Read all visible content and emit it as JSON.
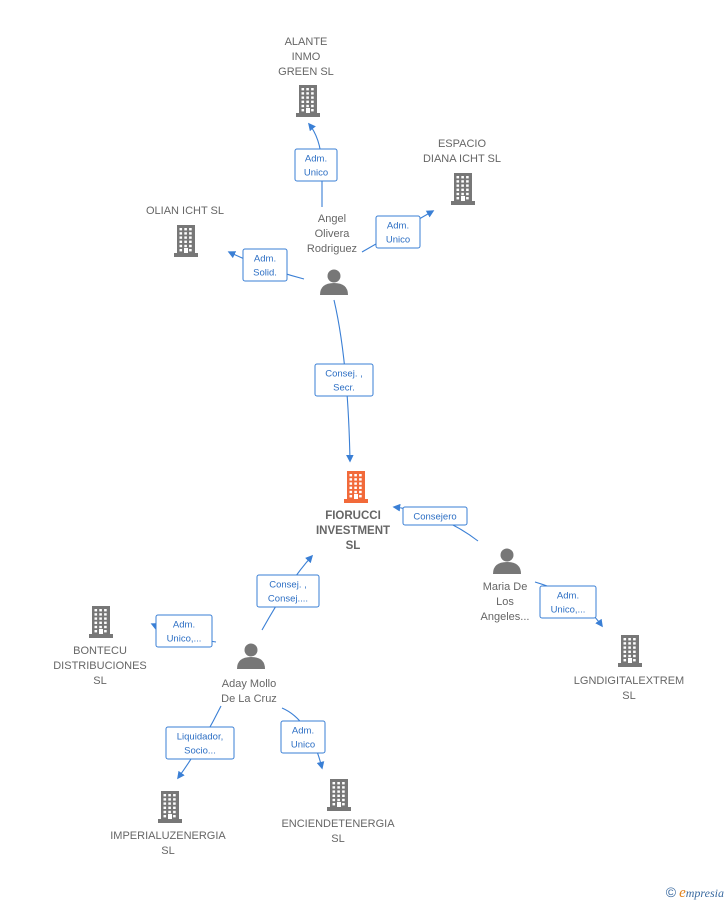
{
  "colors": {
    "edge": "#3a7fd5",
    "company": "#777777",
    "focus_company": "#f26a3a",
    "person": "#777777"
  },
  "nodes": [
    {
      "id": "alante",
      "kind": "company",
      "lines": [
        "ALANTE",
        "INMO",
        "GREEN  SL"
      ]
    },
    {
      "id": "espacio",
      "kind": "company",
      "lines": [
        "ESPACIO",
        "DIANA ICHT  SL"
      ]
    },
    {
      "id": "olian",
      "kind": "company",
      "lines": [
        "OLIAN ICHT  SL"
      ]
    },
    {
      "id": "angel",
      "kind": "person",
      "lines": [
        "Angel",
        "Olivera",
        "Rodriguez"
      ]
    },
    {
      "id": "fiorucci",
      "kind": "focus",
      "lines": [
        "FIORUCCI",
        "INVESTMENT",
        "SL"
      ]
    },
    {
      "id": "maria",
      "kind": "person",
      "lines": [
        "Maria De",
        "Los",
        "Angeles..."
      ]
    },
    {
      "id": "bontecu",
      "kind": "company",
      "lines": [
        "BONTECU",
        "DISTRIBUCIONES",
        "SL"
      ]
    },
    {
      "id": "aday",
      "kind": "person",
      "lines": [
        "Aday Mollo",
        "De La Cruz"
      ]
    },
    {
      "id": "lngdigital",
      "kind": "company",
      "lines": [
        "LGNDIGITALEXTREM",
        "SL"
      ]
    },
    {
      "id": "imperial",
      "kind": "company",
      "lines": [
        "IMPERIALUZENERGIA",
        "SL"
      ]
    },
    {
      "id": "enciende",
      "kind": "company",
      "lines": [
        "ENCIENDETENERGIA",
        "SL"
      ]
    }
  ],
  "edges": [
    {
      "id": "angel-alante",
      "lines": [
        "Adm.",
        "Unico"
      ]
    },
    {
      "id": "angel-espacio",
      "lines": [
        "Adm.",
        "Unico"
      ]
    },
    {
      "id": "angel-olian",
      "lines": [
        "Adm.",
        "Solid."
      ]
    },
    {
      "id": "angel-fiorucci",
      "lines": [
        "Consej. ,",
        "Secr."
      ]
    },
    {
      "id": "maria-fiorucci",
      "lines": [
        "Consejero"
      ]
    },
    {
      "id": "maria-lngdigital",
      "lines": [
        "Adm.",
        "Unico,..."
      ]
    },
    {
      "id": "aday-fiorucci",
      "lines": [
        "Consej. ,",
        "Consej...."
      ]
    },
    {
      "id": "aday-bontecu",
      "lines": [
        "Adm.",
        "Unico,..."
      ]
    },
    {
      "id": "aday-imperial",
      "lines": [
        "Liquidador,",
        "Socio..."
      ]
    },
    {
      "id": "aday-enciende",
      "lines": [
        "Adm.",
        "Unico"
      ]
    }
  ],
  "brand": {
    "symbol": "©",
    "initial": "e",
    "rest": "mpresia"
  }
}
